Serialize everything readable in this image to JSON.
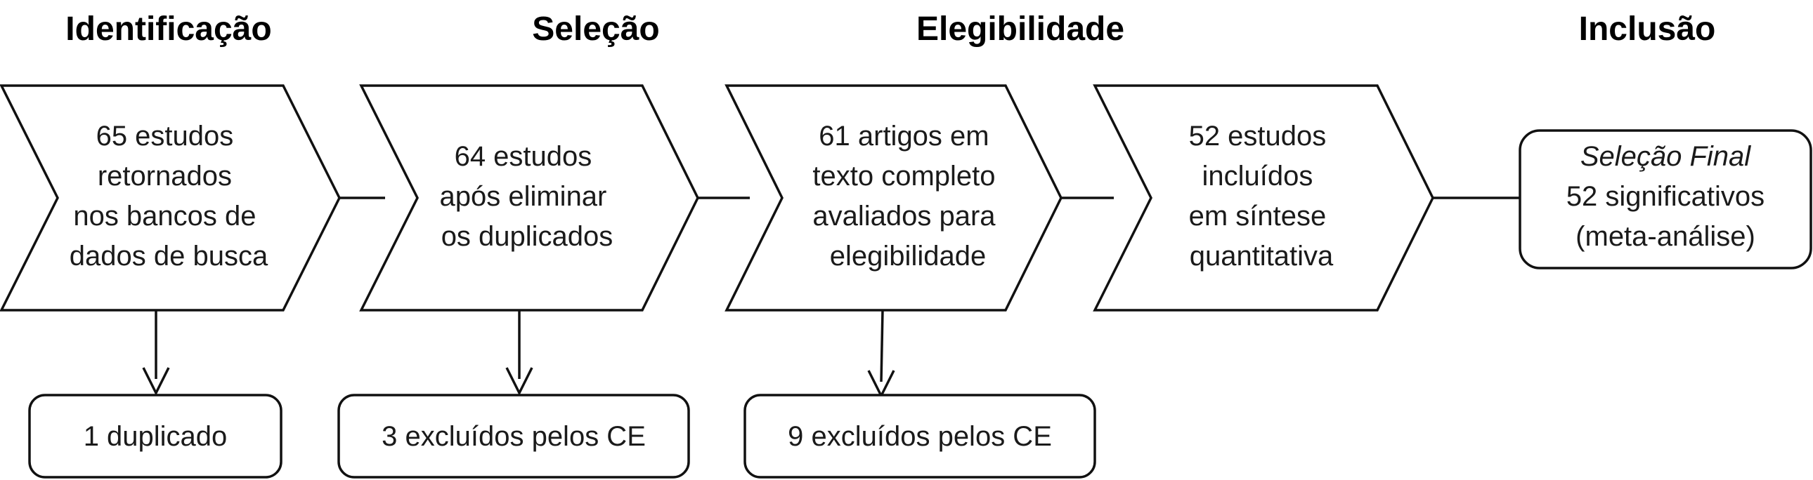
{
  "phases": [
    {
      "title": "Identificação"
    },
    {
      "title": "Seleção"
    },
    {
      "title": "Elegibilidade"
    },
    {
      "title": "Inclusão"
    }
  ],
  "steps": [
    {
      "lines": [
        "65 estudos",
        "retornados",
        "nos bancos de",
        "dados de busca"
      ]
    },
    {
      "lines": [
        "64 estudos",
        "após eliminar",
        "os duplicados"
      ]
    },
    {
      "lines": [
        "61 artigos em",
        "texto completo",
        "avaliados para",
        "elegibilidade"
      ]
    },
    {
      "lines": [
        "52 estudos",
        "incluídos",
        "em síntese",
        "quantitativa"
      ]
    }
  ],
  "final": {
    "title": "Seleção Final",
    "lines": [
      "52 significativos",
      "(meta-análise)"
    ]
  },
  "exclusions": [
    {
      "label": "1 duplicado"
    },
    {
      "label": "3 excluídos pelos CE"
    },
    {
      "label": "9 excluídos pelos CE"
    }
  ]
}
